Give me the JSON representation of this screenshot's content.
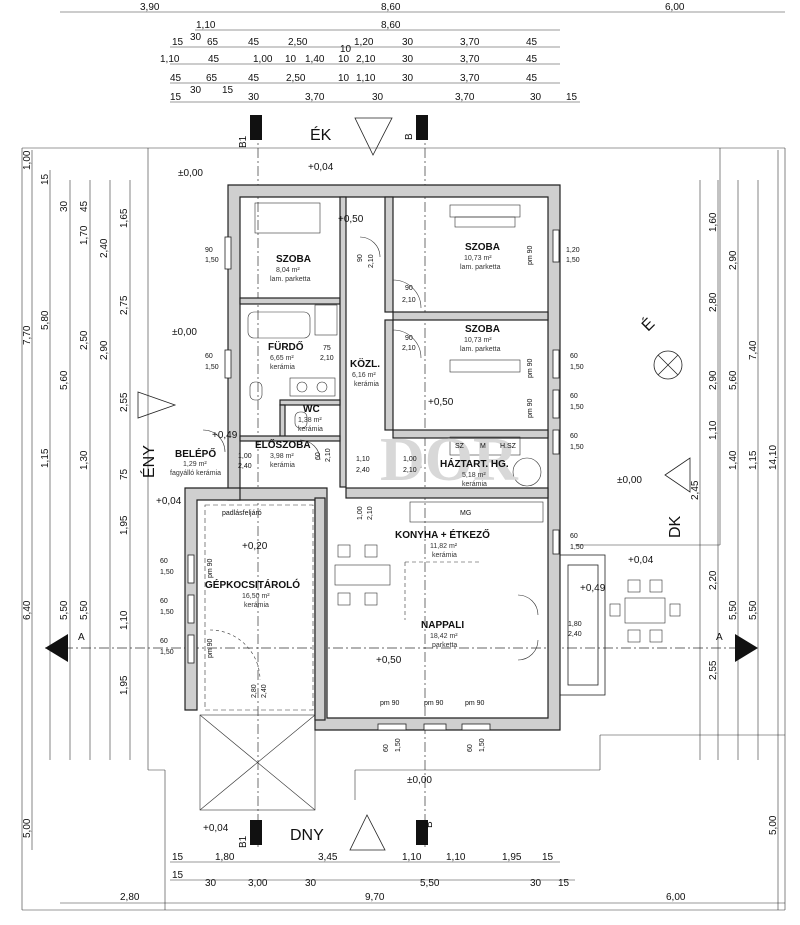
{
  "dims_top_row1": [
    "3,90",
    "8,60",
    "6,00"
  ],
  "dims_top_row2": [
    "1,10",
    "8,60"
  ],
  "dims_top_row3": [
    "15",
    "30",
    "65",
    "45",
    "2,50",
    "10",
    "1,20",
    "30",
    "3,70",
    "45"
  ],
  "dims_top_row4": [
    "1,10",
    "45",
    "1,00",
    "10",
    "1,40",
    "10",
    "2,10",
    "30",
    "3,70",
    "45"
  ],
  "dims_top_row5": [
    "45",
    "65",
    "45",
    "2,50",
    "10",
    "1,10",
    "30",
    "3,70",
    "45"
  ],
  "dims_top_row6": [
    "15",
    "30",
    "15",
    "30",
    "3,70",
    "30",
    "3,70",
    "30",
    "15"
  ],
  "dims_bottom_row1": [
    "15",
    "1,80",
    "3,45",
    "1,10",
    "1,10",
    "1,95",
    "15"
  ],
  "dims_bottom_row2": [
    "15",
    "30",
    "3,00",
    "30",
    "5,50",
    "30",
    "15"
  ],
  "dims_bottom_row3": [
    "2,80",
    "9,70",
    "6,00"
  ],
  "dims_left": [
    "1,00",
    "7,70",
    "5,80",
    "5,60",
    "2,50",
    "2,90",
    "2,75",
    "1,70",
    "2,40",
    "1,65",
    "45",
    "30",
    "15",
    "6,40",
    "5,50",
    "5,50",
    "5,00",
    "1,95",
    "1,10",
    "1,95",
    "1,15",
    "1,30",
    "75",
    "2,55"
  ],
  "dims_right": [
    "14,10",
    "7,40",
    "5,60",
    "2,90",
    "2,80",
    "2,90",
    "1,60",
    "1,40",
    "2,45",
    "5,50",
    "5,50",
    "2,20",
    "2,55",
    "5,00",
    "1,15",
    "1,10"
  ],
  "orientation": {
    "north": "ÉK",
    "south": "DNY",
    "west": "ÉNY",
    "east": "DK",
    "compass": "É"
  },
  "section_labels": [
    "B1",
    "B",
    "A",
    "A"
  ],
  "levels": [
    "±0,00",
    "+0,04",
    "+0,50",
    "±0,00",
    "+0,49",
    "+0,04",
    "+0,20",
    "+0,50",
    "+0,49",
    "±0,00",
    "+0,04",
    "±0,00",
    "+0,04",
    "+0,50"
  ],
  "rooms": [
    {
      "name": "SZOBA",
      "area": "8,04 m²",
      "floor": "lam. parketta"
    },
    {
      "name": "SZOBA",
      "area": "10,73 m²",
      "floor": "lam. parketta"
    },
    {
      "name": "SZOBA",
      "area": "10,73 m²",
      "floor": "lam. parketta"
    },
    {
      "name": "FÜRDŐ",
      "area": "6,65 m²",
      "floor": "kerámia"
    },
    {
      "name": "KÖZL.",
      "area": "6,16 m²",
      "floor": "kerámia"
    },
    {
      "name": "WC",
      "area": "1,38 m²",
      "floor": "kerámia"
    },
    {
      "name": "ELŐSZOBA",
      "area": "3,98 m²",
      "floor": "kerámia"
    },
    {
      "name": "BELÉPŐ",
      "area": "1,29 m²",
      "floor": "fagyálló kerámia"
    },
    {
      "name": "HÁZTART. HG.",
      "area": "5,18 m²",
      "floor": "kerámia"
    },
    {
      "name": "KONYHA + ÉTKEZŐ",
      "area": "11,82 m²",
      "floor": "kerámia"
    },
    {
      "name": "GÉPKOCSITÁROLÓ",
      "area": "16,50 m²",
      "floor": "kerámia"
    },
    {
      "name": "NAPPALI",
      "area": "18,42 m²",
      "floor": "parketta"
    }
  ],
  "door_labels": [
    "90",
    "2,10",
    "90",
    "2,10",
    "90",
    "2,10",
    "75",
    "2,10",
    "1,10",
    "2,40",
    "1,00",
    "2,10",
    "1,00",
    "2,40",
    "60",
    "2,10",
    "1,00",
    "2,10",
    "1,80",
    "2,40",
    "2,80",
    "2,40"
  ],
  "window_labels": [
    "90",
    "1,50",
    "60",
    "1,50",
    "1,20",
    "1,50",
    "60",
    "1,50",
    "60",
    "1,50",
    "60",
    "1,50",
    "60",
    "1,50",
    "60",
    "1,50",
    "60",
    "1,50",
    "60",
    "1,50",
    "60",
    "1,50",
    "60",
    "1,50"
  ],
  "window_codes": [
    "pm 90",
    "pm 90",
    "pm 90",
    "pm 90",
    "pm 90",
    "pm 90",
    "pm 90",
    "pm 90"
  ],
  "fixtures": [
    "SZ",
    "M",
    "H.SZ",
    "MG",
    "padlásfeljáró"
  ],
  "watermark": "DOR"
}
